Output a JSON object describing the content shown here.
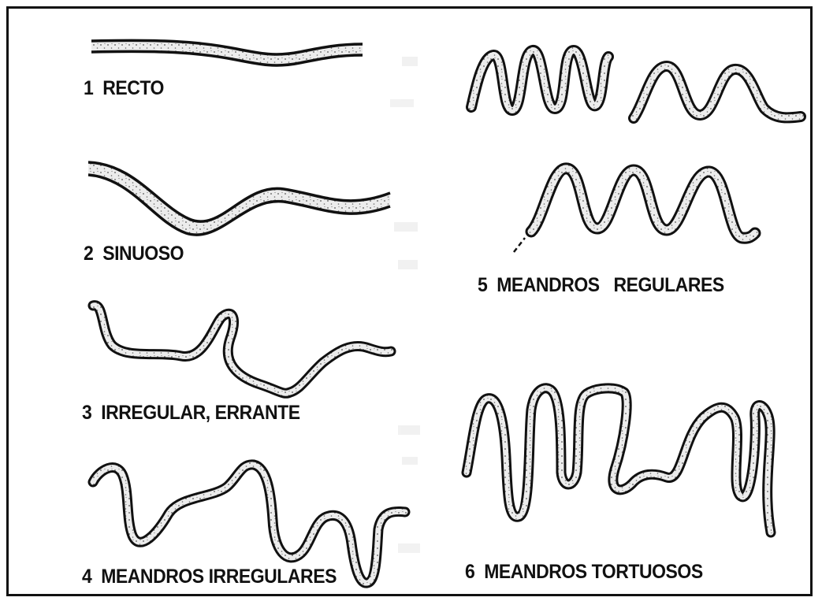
{
  "labels": {
    "recto": "1  RECTO",
    "sinuoso": "2  SINUOSO",
    "irregular": "3  IRREGULAR, ERRANTE",
    "meandros_irregulares": "4  MEANDROS IRREGULARES",
    "meandros_regulares": "5  MEANDROS   REGULARES",
    "meandros_tortuosos": "6  MEANDROS TORTUOSOS"
  },
  "colors": {
    "ink": "#111111",
    "channel_fill": "#ececec",
    "dots": "#555555"
  }
}
